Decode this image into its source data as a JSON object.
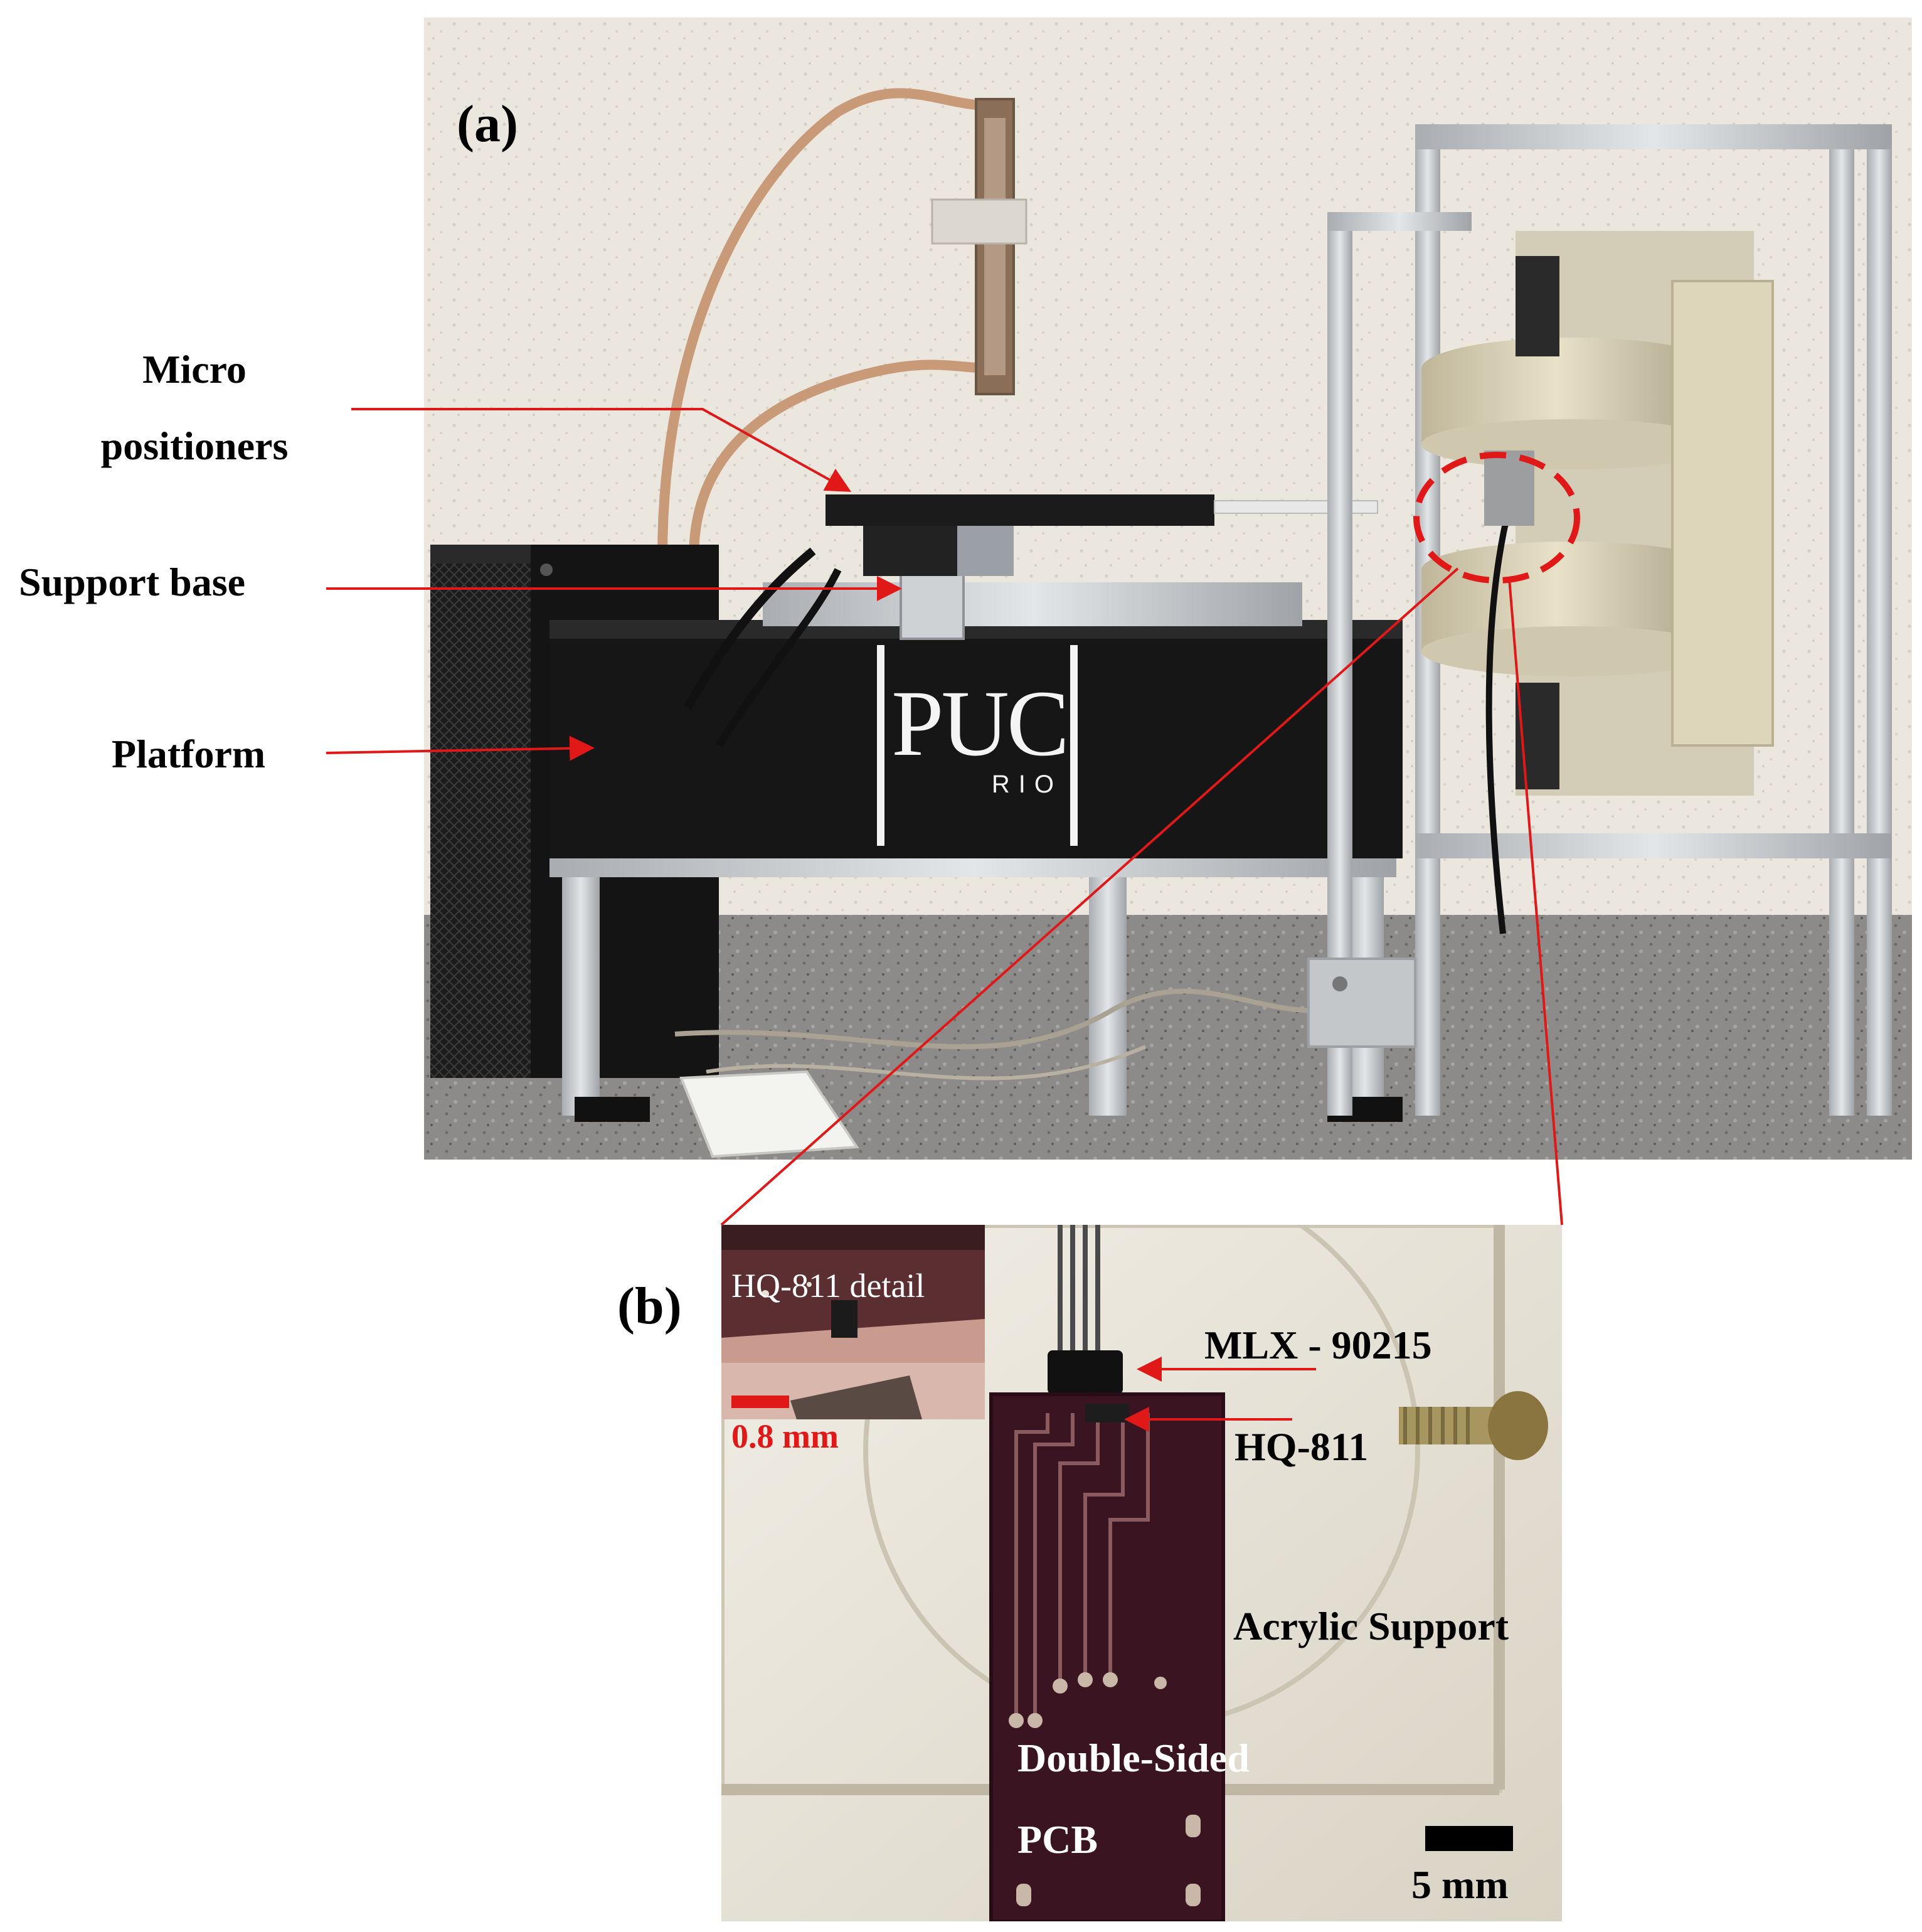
{
  "panel_a": {
    "label": "(a)",
    "platform_logo": {
      "main": "PUC",
      "sub": "RIO"
    },
    "callouts": {
      "micro_positioners": [
        "Micro",
        "positioners"
      ],
      "support_base": "Support base",
      "platform": "Platform"
    }
  },
  "panel_b": {
    "label": "(b)",
    "inset_title": "HQ-811 detail",
    "inset_scale": "0.8 mm",
    "labels": {
      "mlx": "MLX - 90215",
      "hq811": "HQ-811",
      "acrylic": "Acrylic Support",
      "pcb_line1": "Double-Sided",
      "pcb_line2": "PCB",
      "scale": "5 mm"
    }
  },
  "colors": {
    "annotation_red": "#e01818",
    "wall": "#e9e4dc",
    "granite": "#8b8987",
    "aluminum": "#c9cccf",
    "platform_black": "#161616",
    "pcb": "#3a1420",
    "acrylic": "#e7e2d6"
  }
}
